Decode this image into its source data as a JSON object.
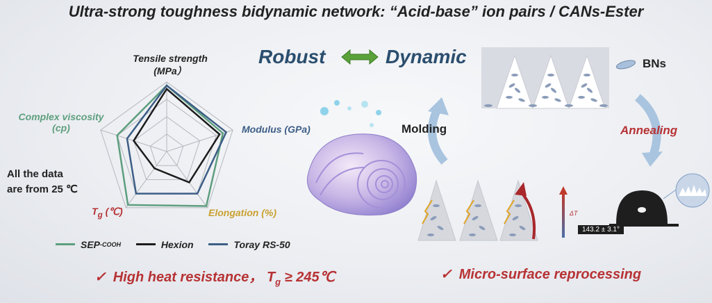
{
  "title": "Ultra-strong toughness bidynamic network: “Acid-base” ion pairs / CANs-Ester",
  "header": {
    "robust": "Robust",
    "dynamic": "Dynamic"
  },
  "process": {
    "bns": "BNs",
    "molding": "Molding",
    "annealing": "Annealing",
    "delta_t": "ΔT",
    "contact_angle": "143.2 ± 3.1°"
  },
  "note": {
    "line1": "All the data",
    "line2": "are from 25 ℃"
  },
  "bottom": {
    "check_glyph": "✓",
    "left_main": "High heat resistance， T",
    "left_sub": "g",
    "left_tail": " ≥ 245℃",
    "right": "Micro-surface reprocessing"
  },
  "colors": {
    "sep": "#5e9e7e",
    "hexion": "#1c1c1c",
    "toray": "#3d5e86",
    "accent_red": "#b73234",
    "title_blue": "#2b4e6e"
  },
  "chart_data": {
    "type": "radar",
    "axes": [
      {
        "label_line1": "Tensile strength",
        "label_line2": "(MPa）",
        "color": "#222222"
      },
      {
        "label_line1": "Modulus (GPa)",
        "label_line2": "",
        "color": "#3d5e86"
      },
      {
        "label_line1": "Elongation (%)",
        "label_line2": "",
        "color": "#c9a030"
      },
      {
        "label_line1": "T",
        "label_sub": "g",
        "label_tail": " (℃)",
        "color": "#b73234"
      },
      {
        "label_line1": "Complex viscosity",
        "label_line2": "(cp)",
        "color": "#5e9e7e"
      }
    ],
    "rings": 4,
    "range": [
      0,
      1
    ],
    "series": [
      {
        "name": "SEP",
        "name_sub": "-COOH",
        "color": "#5e9e7e",
        "values": [
          0.95,
          0.85,
          0.97,
          0.95,
          0.75
        ]
      },
      {
        "name": "Hexion",
        "name_sub": "",
        "color": "#1c1c1c",
        "values": [
          0.9,
          0.8,
          0.55,
          0.3,
          0.5
        ]
      },
      {
        "name": "Toray RS-50",
        "name_sub": "",
        "color": "#3d5e86",
        "values": [
          0.95,
          0.9,
          0.75,
          0.75,
          0.6
        ]
      }
    ]
  }
}
